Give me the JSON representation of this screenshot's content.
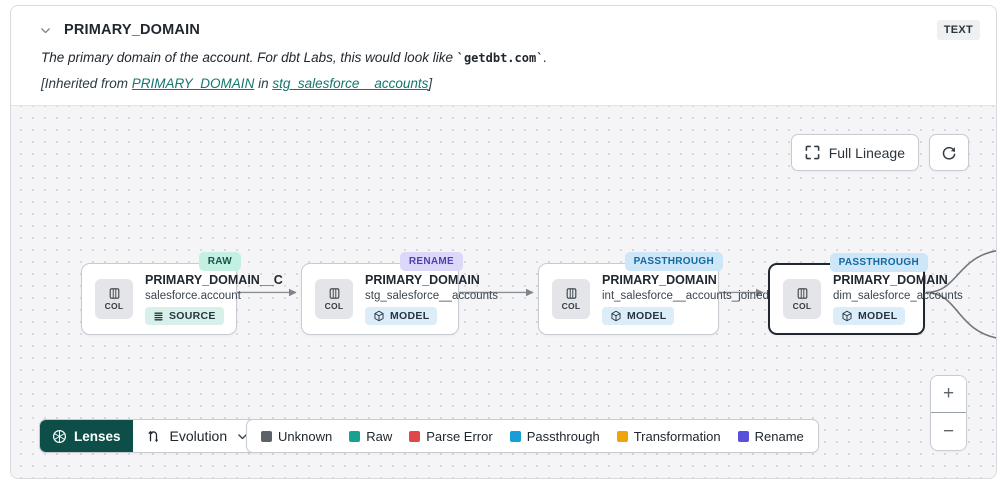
{
  "header": {
    "title": "PRIMARY_DOMAIN",
    "type_badge": "TEXT",
    "description_prefix": "The primary domain of the account. For dbt Labs, this would look like ",
    "description_code": "`getdbt.com`",
    "description_suffix": ".",
    "inherited_prefix": "[Inherited from ",
    "inherited_link_column": "PRIMARY_DOMAIN",
    "inherited_middle": " in ",
    "inherited_link_model": "stg_salesforce__accounts",
    "inherited_suffix": "]"
  },
  "canvas": {
    "full_lineage_label": "Full Lineage",
    "nodes": [
      {
        "title": "PRIMARY_DOMAIN__C",
        "subtitle": "salesforce.account",
        "type": "SOURCE",
        "status": "RAW",
        "col_label": "COL",
        "selected": false
      },
      {
        "title": "PRIMARY_DOMAIN",
        "subtitle": "stg_salesforce__accounts",
        "type": "MODEL",
        "status": "RENAME",
        "col_label": "COL",
        "selected": false
      },
      {
        "title": "PRIMARY_DOMAIN",
        "subtitle": "int_salesforce__accounts_joined",
        "type": "MODEL",
        "status": "PASSTHROUGH",
        "col_label": "COL",
        "selected": false
      },
      {
        "title": "PRIMARY_DOMAIN",
        "subtitle": "dim_salesforce_accounts",
        "type": "MODEL",
        "status": "PASSTHROUGH",
        "col_label": "COL",
        "selected": true
      }
    ]
  },
  "footer": {
    "lenses_label": "Lenses",
    "lens_selected": "Evolution",
    "legend": [
      {
        "label": "Unknown",
        "color": "#5d6269"
      },
      {
        "label": "Raw",
        "color": "#17a290"
      },
      {
        "label": "Parse Error",
        "color": "#e0474b"
      },
      {
        "label": "Passthrough",
        "color": "#189dd6"
      },
      {
        "label": "Transformation",
        "color": "#efa40a"
      },
      {
        "label": "Rename",
        "color": "#5a50d9"
      }
    ],
    "zoom_in": "+",
    "zoom_out": "−"
  },
  "icons": {
    "header_collapse": "chevron-down",
    "full_lineage": "fullscreen-brackets",
    "refresh": "circular-arrow",
    "col": "columns",
    "source": "table-rows",
    "model": "cube",
    "lenses": "aperture",
    "evolution": "route-arrow",
    "lens_dropdown": "chevron-down"
  },
  "colors": {
    "status_raw_bg": "#c3f0e0",
    "status_rename_bg": "#dcd8fa",
    "status_passthrough_bg": "#cde6f8",
    "lenses_button_bg": "#0d4f48",
    "link_teal": "#15766e"
  }
}
